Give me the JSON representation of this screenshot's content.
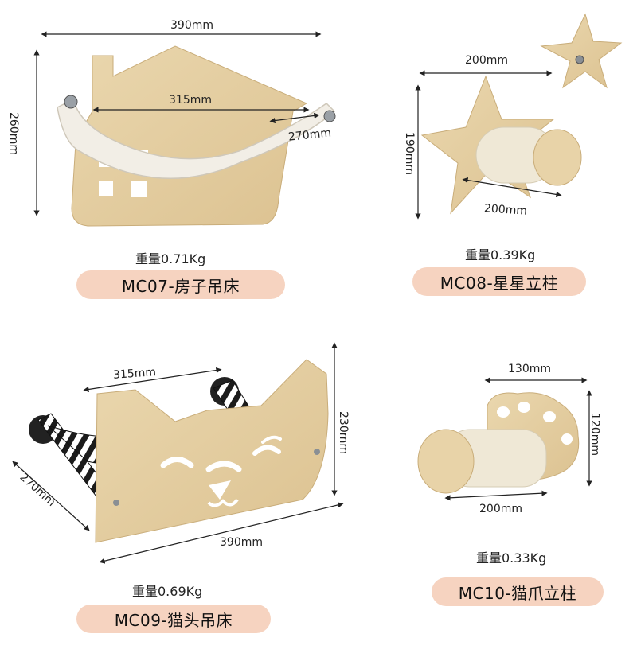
{
  "products": [
    {
      "id": "mc07",
      "dims": {
        "width": "390mm",
        "height": "260mm",
        "inner": "315mm",
        "depth": "270mm"
      },
      "weight": "重量0.71Kg",
      "label": "MC07-房子吊床"
    },
    {
      "id": "mc08",
      "dims": {
        "width": "200mm",
        "height": "190mm",
        "post": "200mm"
      },
      "weight": "重量0.39Kg",
      "label": "MC08-星星立柱"
    },
    {
      "id": "mc09",
      "dims": {
        "width": "390mm",
        "height": "230mm",
        "inner": "315mm",
        "depth": "270mm"
      },
      "weight": "重量0.69Kg",
      "label": "MC09-猫头吊床"
    },
    {
      "id": "mc10",
      "dims": {
        "width": "130mm",
        "height": "120mm",
        "post": "200mm"
      },
      "weight": "重量0.33Kg",
      "label": "MC10-猫爪立柱"
    }
  ],
  "colors": {
    "wood": "#e5cfa3",
    "wood_dark": "#d9bf8f",
    "pill": "#f6d3c0",
    "fabric": "#f2eee6",
    "sisal": "#efe8d6"
  }
}
